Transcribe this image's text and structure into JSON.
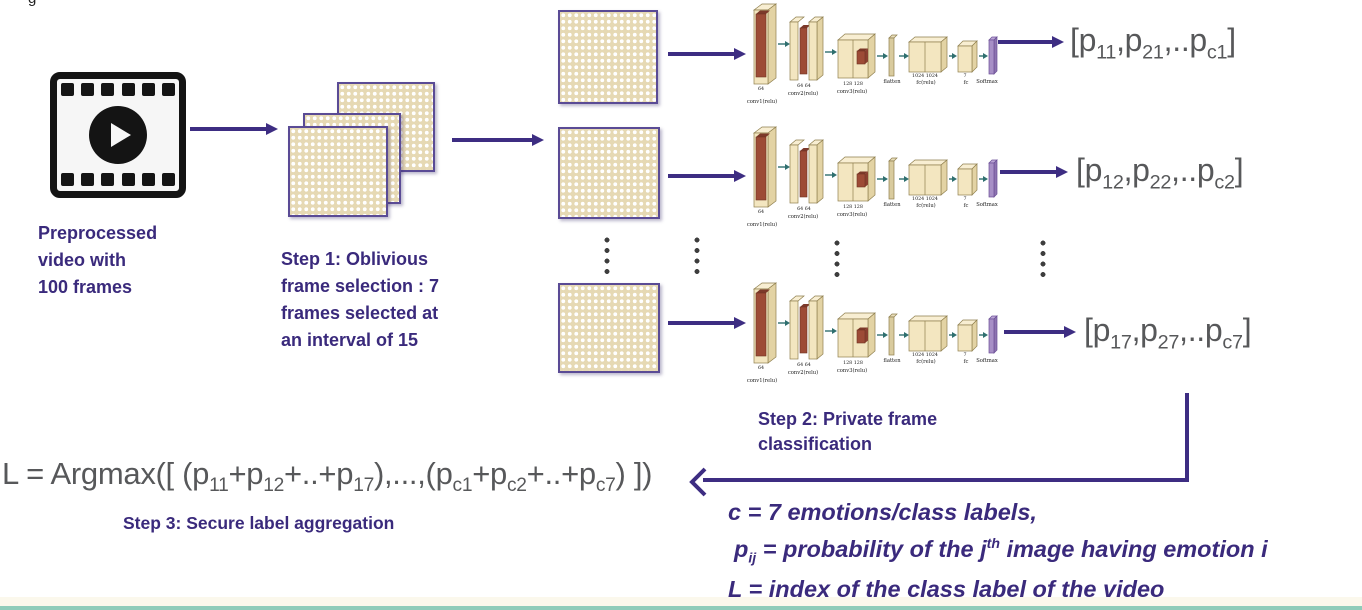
{
  "artifact": "g",
  "source_video": {
    "lines": [
      "Preprocessed",
      "video with",
      "100 frames"
    ]
  },
  "steps": {
    "step1": {
      "lines": [
        "Step 1: Oblivious",
        "frame selection : 7",
        "frames selected at",
        "an interval of 15"
      ]
    },
    "step2": {
      "lines": [
        "Step 2: Private frame",
        "classification"
      ]
    },
    "step3": {
      "label": "Step 3: Secure label aggregation"
    }
  },
  "cnn": {
    "layers": [
      {
        "name": "conv1(relu)",
        "dims": "64"
      },
      {
        "name": "conv2(relu)",
        "dims": "64 64"
      },
      {
        "name": "conv3(relu)",
        "dims": "128 128"
      },
      {
        "name": "flatten",
        "dims": ""
      },
      {
        "name": "fc(relu)",
        "dims": "1024 1024"
      },
      {
        "name": "fc",
        "dims": "7"
      },
      {
        "name": "Softmax",
        "dims": ""
      }
    ]
  },
  "outputs": [
    {
      "tokens": [
        {
          "t": "[p",
          "s": "11"
        },
        {
          "t": ",p",
          "s": "21"
        },
        {
          "t": ",..p",
          "s": "c1"
        },
        {
          "t": "]"
        }
      ]
    },
    {
      "tokens": [
        {
          "t": "[p",
          "s": "12"
        },
        {
          "t": ",p",
          "s": "22"
        },
        {
          "t": ",..p",
          "s": "c2"
        },
        {
          "t": "]"
        }
      ]
    },
    {
      "tokens": [
        {
          "t": "[p",
          "s": "17"
        },
        {
          "t": ",p",
          "s": "27"
        },
        {
          "t": ",..p",
          "s": "c7"
        },
        {
          "t": "]"
        }
      ]
    }
  ],
  "formula": {
    "tokens": [
      {
        "t": "L = Argmax([ (p",
        "s": "11"
      },
      {
        "t": "+p",
        "s": "12"
      },
      {
        "t": "+..+p",
        "s": "17"
      },
      {
        "t": "),...,(p",
        "s": "c1"
      },
      {
        "t": "+p",
        "s": "c2"
      },
      {
        "t": "+..+p",
        "s": "c7"
      },
      {
        "t": ") ])"
      }
    ]
  },
  "legend": {
    "lines": [
      {
        "tokens": [
          {
            "t": "c = 7 emotions/class labels,"
          }
        ]
      },
      {
        "tokens": [
          {
            "t": "p",
            "s": "ij"
          },
          {
            "t": " = probability of the j",
            "u": "th"
          },
          {
            "t": " image having emotion i"
          }
        ]
      },
      {
        "tokens": [
          {
            "t": "L = index of the class label of the video"
          }
        ]
      }
    ]
  },
  "colors": {
    "purple_text": "#3a2a7c",
    "arrow_purple": "#3d2d82",
    "formula_gray": "#57585a",
    "frame_border": "#5a4b95",
    "frame_fill": "#e6d9b4",
    "cnn_beige": "#f3e6c0",
    "cnn_red": "#9d4b36",
    "softmax_purple": "#a78fc6",
    "bottom_strip": "#8fccba"
  }
}
